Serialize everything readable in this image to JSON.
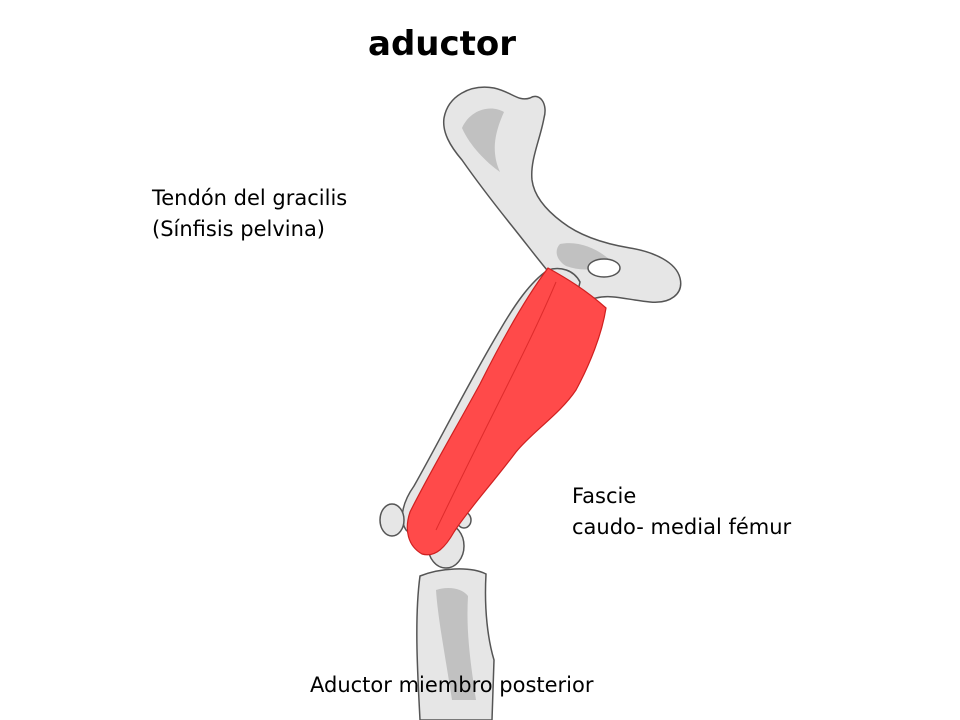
{
  "title": "aductor",
  "origin_label": {
    "line1": "Tendón del gracilis",
    "line2": "(Sínfisis pelvina)"
  },
  "insertion_label": {
    "line1": "Fascie",
    "line2": "caudo- medial fémur"
  },
  "caption": "Aductor miembro posterior",
  "colors": {
    "muscle": "#ff4a4a",
    "muscle_stroke": "#d02020",
    "bone": "#e6e6e6",
    "bone_shade": "#a9a9a9",
    "bone_stroke": "#555555"
  }
}
